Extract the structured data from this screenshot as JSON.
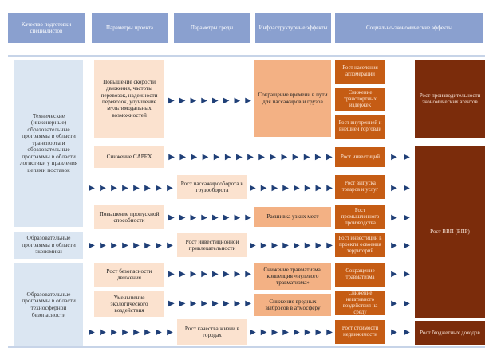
{
  "headers": [
    "Качество подготовки специалистов",
    "Параметры проекта",
    "Параметры среды",
    "Инфраструктурные эффекты",
    "Социально-экономические эффекты"
  ],
  "left_column": [
    "Технические (инженерные) образовательные программы в области транспорта и образовательные программы в области логистики у правления цепями поставок",
    "Образовательные программы в области экономики",
    "Образовательные программы в области техносферной безопасности"
  ],
  "project_params": [
    "Повышение скорости движения, частоты перевозок, надежности перевозок, улучшение мультимодальных возможностей",
    "Снижение CAPEX",
    "Повышение пропускной способности",
    "Рост безопасности движения",
    "Уменьшение экологического воздействия"
  ],
  "environment_params": [
    "Рост пассажирооборота и грузооборота",
    "Рост инвестиционной привлекательности",
    "Рост качества жизни в городах"
  ],
  "infrastructure_effects": [
    "Сокращение времени в пути для пассажиров и грузов",
    "Расшивка узких мест",
    "Снижение травматизма, концепция «нулевого травматизма»",
    "Снижение вредных выбросов в атмосферу"
  ],
  "socio_economic_effects": [
    "Рост населения агломераций",
    "Снижение транспортных издержек",
    "Рост внутренней и внешней торговли",
    "Рост инвестиций",
    "Рост выпуска товаров и услуг",
    "Рост промышленного производства",
    "Рост инвестиций в проекты освоения территорий",
    "Сокращение травматизма",
    "Снижение негативного воздействия на среду",
    "Рост стоимости недвижимости"
  ],
  "final_effects": [
    "Рост производительности экономических агентов",
    "Рост ВВП (ВПР)",
    "Рост бюджетных доходов"
  ],
  "arrow_icon": "double-chevron-right-icon",
  "colors": {
    "header": "#8aa0cf",
    "left": "#dbe6f2",
    "peach": "#fbe2cf",
    "orange": "#f3b184",
    "rust": "#c55c14",
    "brown": "#7b2c0b",
    "arrow": "#1f3f77"
  }
}
